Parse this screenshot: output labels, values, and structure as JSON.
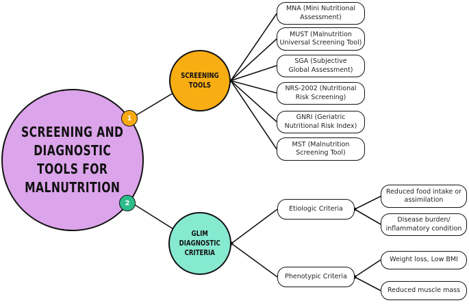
{
  "main": {
    "title": "SCREENING AND\nDIAGNOSTIC\nTOOLS FOR\nMALNUTRITION"
  },
  "badges": [
    {
      "label": "1"
    },
    {
      "label": "2"
    }
  ],
  "branches": {
    "screening": {
      "label": "SCREENING\nTOOLS",
      "tools": [
        "MNA (Mini Nutritional\nAssessment)",
        "MUST (Malnutrition\nUniversal Screening Tool)",
        "SGA (Subjective\nGlobal Assessment)",
        "NRS-2002 (Nutritional\nRisk Screening)",
        "GNRI (Geriatric\nNutritional Risk Index)",
        "MST (Malnutrition\nScreening Tool)"
      ]
    },
    "glim": {
      "label": "GLIM\nDIAGNOSTIC\nCRITERIA",
      "etiologic": {
        "label": "Etiologic Criteria",
        "items": [
          "Reduced food intake or\nassimilation",
          "Disease burden/\ninflammatory condition"
        ]
      },
      "phenotypic": {
        "label": "Phenotypic Criteria",
        "items": [
          "Weight loss, Low BMI",
          "Reduced muscle mass"
        ]
      }
    }
  },
  "colors": {
    "main": "#dca4ea",
    "screening": "#f8ad12",
    "glim": "#86ead1",
    "badge1": "#f7a912",
    "badge2": "#2dbd8a",
    "line": "#111111"
  }
}
